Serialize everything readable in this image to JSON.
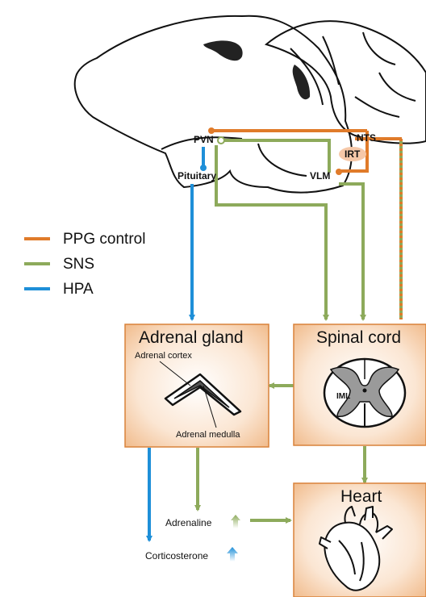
{
  "legend": {
    "items": [
      {
        "label": "PPG control",
        "color": "#E07B2A"
      },
      {
        "label": "SNS",
        "color": "#8DAA5B"
      },
      {
        "label": "HPA",
        "color": "#1E8FD8"
      }
    ]
  },
  "brain": {
    "labels": {
      "pvn": "PVN",
      "pituitary": "Pituitary",
      "nts": "NTS",
      "irt": "IRT",
      "vlm": "VLM"
    }
  },
  "boxes": {
    "adrenal": {
      "title": "Adrenal gland",
      "cortex": "Adrenal cortex",
      "medulla": "Adrenal medulla"
    },
    "spinal": {
      "title": "Spinal cord",
      "iml": "IML"
    },
    "heart": {
      "title": "Heart"
    }
  },
  "outputs": {
    "adrenaline": "Adrenaline",
    "corticosterone": "Corticosterone"
  },
  "colors": {
    "ppg": "#E07B2A",
    "sns": "#8DAA5B",
    "hpa": "#1E8FD8",
    "box_border": "#D9823A",
    "box_center": "#FFFFFF",
    "box_edge": "#F3C9A3"
  }
}
